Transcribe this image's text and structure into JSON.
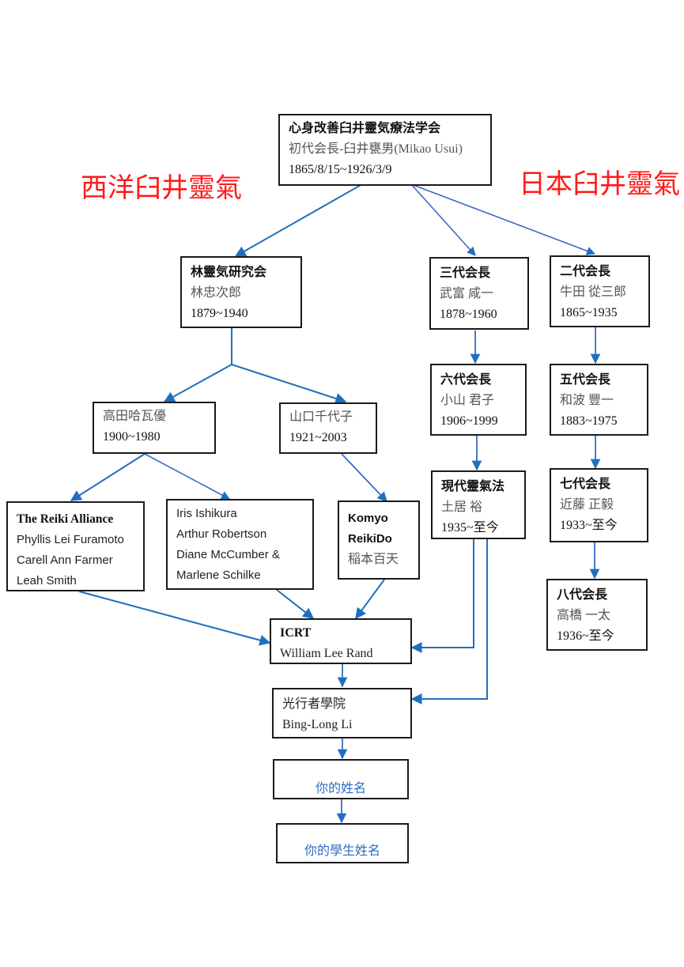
{
  "labels": {
    "western": "西洋臼井靈氣",
    "japanese": "日本臼井靈氣"
  },
  "colors": {
    "label_red": "#ff1a1a",
    "arrow_blue": "#1f6fc0",
    "placeholder_blue": "#2f6dc4",
    "border": "#1a1a1a"
  },
  "nodes": {
    "root": {
      "title": "心身改善臼井靈気療法学会",
      "name": "初代会長-臼井甕男(Mikao Usui)",
      "years": "1865/8/15~1926/3/9"
    },
    "hayashi": {
      "title": "林靈気研究会",
      "name": "林忠次郎",
      "years": "1879~1940"
    },
    "third": {
      "title": "三代会長",
      "name": "武富 咸一",
      "years": "1878~1960"
    },
    "second": {
      "title": "二代会長",
      "name": "牛田 從三郎",
      "years": "1865~1935"
    },
    "sixth": {
      "title": "六代会長",
      "name": "小山 君子",
      "years": "1906~1999"
    },
    "fifth": {
      "title": "五代会長",
      "name": "和波 豐一",
      "years": "1883~1975"
    },
    "gendai": {
      "title": "現代靈氣法",
      "name": "土居 裕",
      "years": "1935~至今"
    },
    "seventh": {
      "title": "七代会長",
      "name": "近藤 正毅",
      "years": "1933~至今"
    },
    "eighth": {
      "title": "八代会長",
      "name": "高橋 一太",
      "years": "1936~至今"
    },
    "takata": {
      "name": "高田哈瓦優",
      "years": "1900~1980"
    },
    "yamaguchi": {
      "name": "山口千代子",
      "years": "1921~2003"
    },
    "alliance": {
      "title": "The Reiki Alliance",
      "members": [
        "Phyllis Lei Furamoto",
        "Carell Ann Farmer",
        "Leah Smith"
      ]
    },
    "iris": {
      "members": [
        "Iris Ishikura",
        "Arthur Robertson",
        "Diane McCumber &",
        "Marlene Schilke"
      ]
    },
    "komyo": {
      "title_line1": "Komyo",
      "title_line2": "ReikiDo",
      "name": "稲本百天"
    },
    "icrt": {
      "title": "ICRT",
      "name": "William Lee Rand"
    },
    "guangxing": {
      "title": "光行者學院",
      "name": "Bing-Long Li"
    },
    "your_name": {
      "text": "你的姓名"
    },
    "student_name": {
      "text": "你的學生姓名"
    }
  },
  "edges": [
    {
      "from": "root",
      "to": "hayashi"
    },
    {
      "from": "root",
      "to": "third"
    },
    {
      "from": "root",
      "to": "second"
    },
    {
      "from": "hayashi",
      "to": "takata"
    },
    {
      "from": "hayashi",
      "to": "yamaguchi"
    },
    {
      "from": "takata",
      "to": "alliance"
    },
    {
      "from": "takata",
      "to": "iris"
    },
    {
      "from": "yamaguchi",
      "to": "komyo"
    },
    {
      "from": "alliance",
      "to": "icrt"
    },
    {
      "from": "iris",
      "to": "icrt"
    },
    {
      "from": "komyo",
      "to": "icrt"
    },
    {
      "from": "third",
      "to": "sixth"
    },
    {
      "from": "sixth",
      "to": "gendai"
    },
    {
      "from": "gendai",
      "to": "icrt"
    },
    {
      "from": "gendai",
      "to": "guangxing"
    },
    {
      "from": "second",
      "to": "fifth"
    },
    {
      "from": "fifth",
      "to": "seventh"
    },
    {
      "from": "seventh",
      "to": "eighth"
    },
    {
      "from": "icrt",
      "to": "guangxing"
    },
    {
      "from": "guangxing",
      "to": "your_name"
    },
    {
      "from": "your_name",
      "to": "student_name"
    }
  ]
}
